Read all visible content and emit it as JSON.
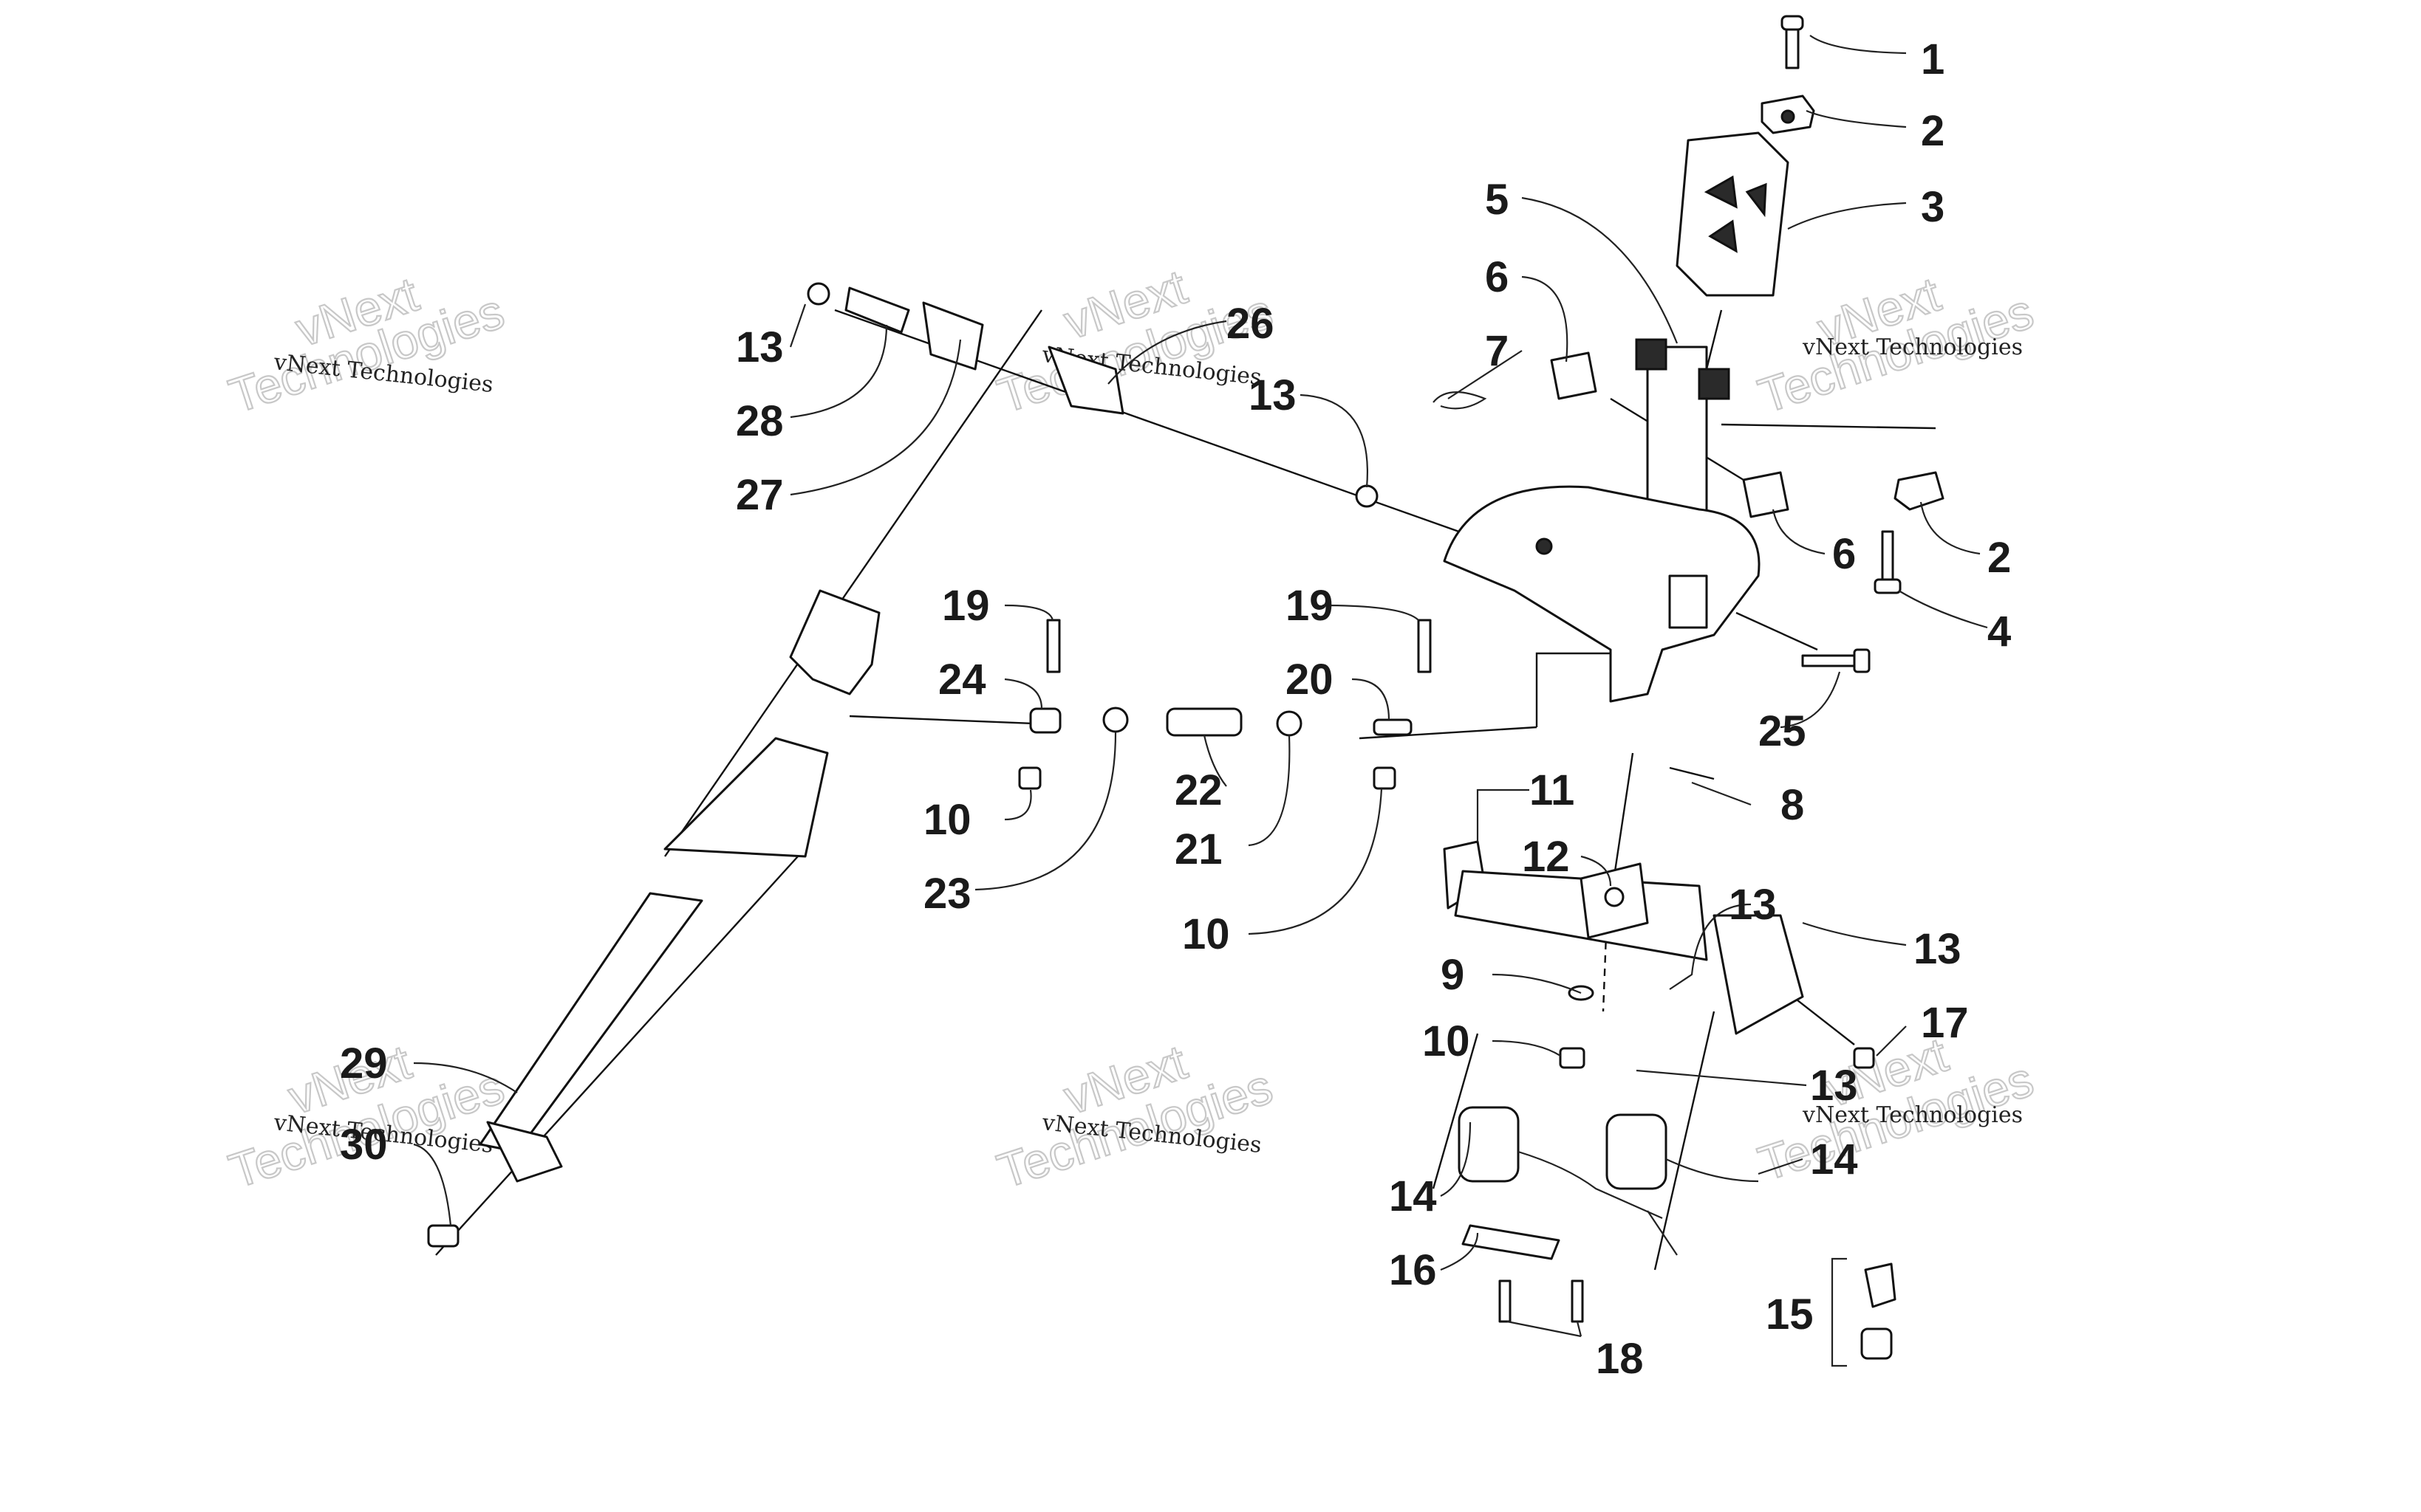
{
  "diagram": {
    "callouts": [
      "1",
      "2",
      "3",
      "5",
      "6",
      "7",
      "13",
      "26",
      "28",
      "27",
      "2",
      "6",
      "4",
      "19",
      "24",
      "10",
      "23",
      "22",
      "21",
      "19",
      "20",
      "10",
      "25",
      "8",
      "11",
      "12",
      "13",
      "13",
      "9",
      "10",
      "17",
      "29",
      "30",
      "13",
      "14",
      "14",
      "16",
      "18",
      "15"
    ],
    "watermark": {
      "small_text": "vNext Technologies",
      "big_lines": [
        "vNext",
        "Technologies"
      ]
    }
  }
}
